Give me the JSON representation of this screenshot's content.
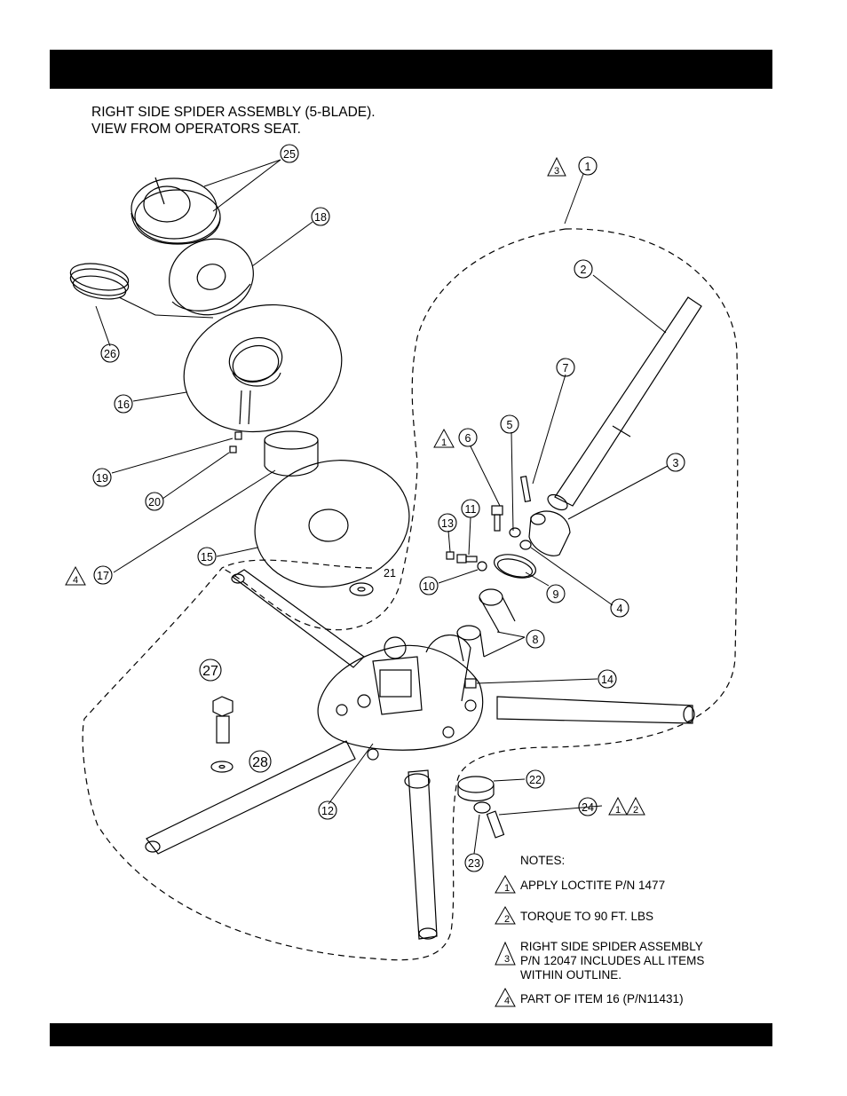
{
  "title": {
    "line1": "RIGHT SIDE SPIDER ASSEMBLY (5-BLADE).",
    "line2": "VIEW FROM OPERATORS SEAT."
  },
  "callouts": {
    "c1": "1",
    "c2": "2",
    "c3": "3",
    "c4": "4",
    "c5": "5",
    "c6": "6",
    "c7": "7",
    "c8": "8",
    "c9": "9",
    "c10": "10",
    "c11": "11",
    "c12": "12",
    "c13": "13",
    "c14": "14",
    "c15": "15",
    "c16": "16",
    "c17": "17",
    "c18": "18",
    "c19": "19",
    "c20": "20",
    "c21": "21",
    "c22": "22",
    "c23": "23",
    "c24": "24",
    "c25": "25",
    "c26": "26",
    "c27": "27",
    "c28": "28"
  },
  "note_markers": {
    "m1": "1",
    "m2": "2",
    "m3": "3",
    "m4": "4"
  },
  "notes": {
    "heading": "NOTES:",
    "n1": "APPLY LOCTITE  P/N 1477",
    "n2": "TORQUE TO 90 FT. LBS",
    "n3_l1": "RIGHT SIDE SPIDER ASSEMBLY",
    "n3_l2": "P/N 12047 INCLUDES ALL ITEMS",
    "n3_l3": "WITHIN OUTLINE.",
    "n4": "PART OF ITEM 16 (P/N11431)"
  }
}
